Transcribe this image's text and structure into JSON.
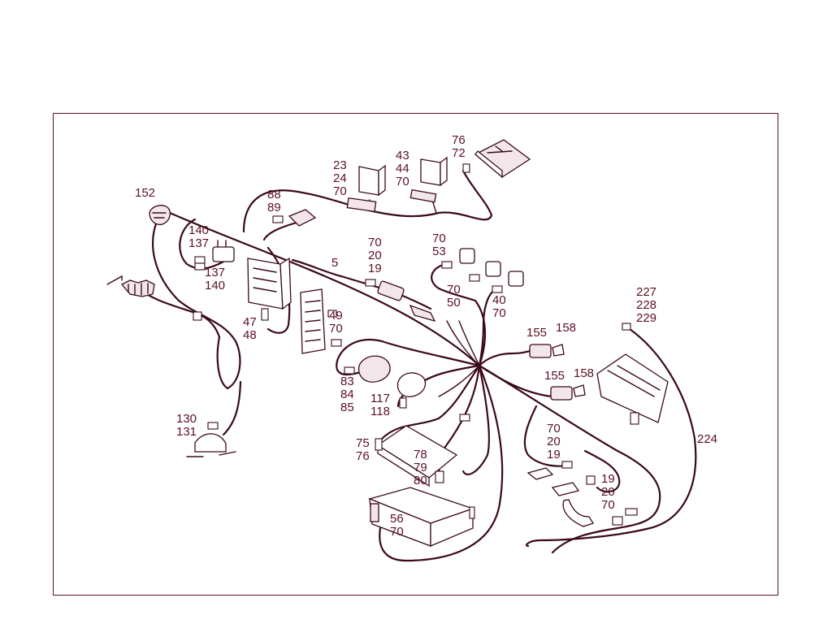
{
  "colors": {
    "line": "#3a0a18",
    "text": "#5a1022",
    "frame": "#5a1022",
    "background": "#ffffff"
  },
  "callouts": {
    "c152": [
      "152"
    ],
    "c140_137": [
      "140",
      "137"
    ],
    "c137_140": [
      "137",
      "140"
    ],
    "c47_48": [
      "47",
      "48"
    ],
    "c130_131": [
      "130",
      "131"
    ],
    "c88_89": [
      "88",
      "89"
    ],
    "c23_24_70": [
      "23",
      "24",
      "70"
    ],
    "c43_44_70": [
      "43",
      "44",
      "70"
    ],
    "c76_72": [
      "76",
      "72"
    ],
    "c5": [
      "5"
    ],
    "c70_20_19_a": [
      "70",
      "20",
      "19"
    ],
    "c70_53": [
      "70",
      "53"
    ],
    "c70_50": [
      "70",
      "50"
    ],
    "c40_70": [
      "40",
      "70"
    ],
    "c49_70": [
      "49",
      "70"
    ],
    "c83_84_85": [
      "83",
      "84",
      "85"
    ],
    "c117_118": [
      "117",
      "118"
    ],
    "c75_76": [
      "75",
      "76"
    ],
    "c78_79_80": [
      "78",
      "79",
      "80"
    ],
    "c56_70": [
      "56",
      "70"
    ],
    "c155_a": [
      "155"
    ],
    "c158_a": [
      "158"
    ],
    "c155_b": [
      "155"
    ],
    "c158_b": [
      "158"
    ],
    "c227_228_229": [
      "227",
      "228",
      "229"
    ],
    "c224": [
      "224"
    ],
    "c70_20_19_b": [
      "70",
      "20",
      "19"
    ],
    "c19_20_70": [
      "19",
      "20",
      "70"
    ]
  }
}
